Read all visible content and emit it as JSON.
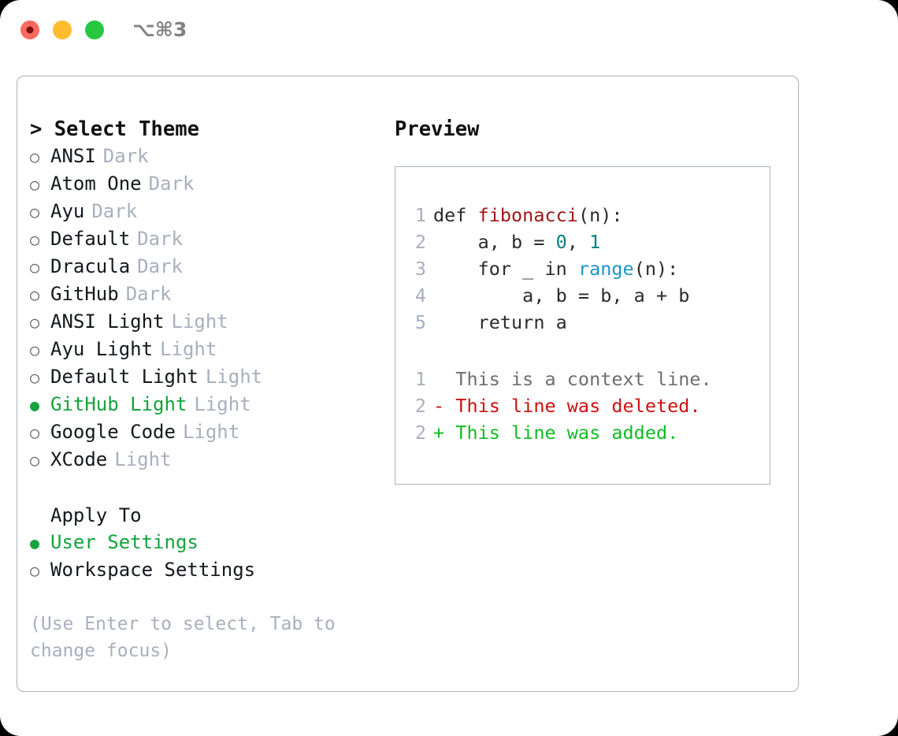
{
  "titlebar": {
    "shortcut": "⌥⌘3",
    "lights": [
      {
        "name": "close",
        "color": "#fa6a60",
        "inner": "#7c0d0d"
      },
      {
        "name": "minimize",
        "color": "#ffbd2e",
        "inner": ""
      },
      {
        "name": "zoom",
        "color": "#27c840",
        "inner": ""
      }
    ]
  },
  "theme_list": {
    "heading": "> Select Theme",
    "items": [
      {
        "marker": "○",
        "label": "ANSI",
        "tag": "Dark",
        "selected": false
      },
      {
        "marker": "○",
        "label": "Atom One",
        "tag": "Dark",
        "selected": false
      },
      {
        "marker": "○",
        "label": "Ayu",
        "tag": "Dark",
        "selected": false
      },
      {
        "marker": "○",
        "label": "Default",
        "tag": "Dark",
        "selected": false
      },
      {
        "marker": "○",
        "label": "Dracula",
        "tag": "Dark",
        "selected": false
      },
      {
        "marker": "○",
        "label": "GitHub",
        "tag": "Dark",
        "selected": false
      },
      {
        "marker": "○",
        "label": "ANSI Light",
        "tag": "Light",
        "selected": false
      },
      {
        "marker": "○",
        "label": "Ayu Light",
        "tag": "Light",
        "selected": false
      },
      {
        "marker": "○",
        "label": "Default Light",
        "tag": "Light",
        "selected": false
      },
      {
        "marker": "●",
        "label": "GitHub Light",
        "tag": "Light",
        "selected": true
      },
      {
        "marker": "○",
        "label": "Google Code",
        "tag": "Light",
        "selected": false
      },
      {
        "marker": "○",
        "label": "XCode",
        "tag": "Light",
        "selected": false
      }
    ]
  },
  "apply_to": {
    "heading": "Apply To",
    "items": [
      {
        "marker": "●",
        "label": "User Settings",
        "selected": true
      },
      {
        "marker": "○",
        "label": "Workspace Settings",
        "selected": false
      }
    ]
  },
  "hint": "(Use Enter to select, Tab to change focus)",
  "preview": {
    "heading": "Preview",
    "code_lines": [
      {
        "no": "1",
        "segments": [
          {
            "text": "def ",
            "cls": ""
          },
          {
            "text": "fibonacci",
            "cls": "tok-fn"
          },
          {
            "text": "(n):",
            "cls": ""
          }
        ]
      },
      {
        "no": "2",
        "segments": [
          {
            "text": "    a, b = ",
            "cls": ""
          },
          {
            "text": "0",
            "cls": "tok-num"
          },
          {
            "text": ", ",
            "cls": ""
          },
          {
            "text": "1",
            "cls": "tok-num"
          }
        ]
      },
      {
        "no": "3",
        "segments": [
          {
            "text": "    for _ in ",
            "cls": ""
          },
          {
            "text": "range",
            "cls": "tok-call"
          },
          {
            "text": "(n):",
            "cls": ""
          }
        ]
      },
      {
        "no": "4",
        "segments": [
          {
            "text": "        a, b = b, a + b",
            "cls": ""
          }
        ]
      },
      {
        "no": "5",
        "segments": [
          {
            "text": "    return a",
            "cls": ""
          }
        ]
      }
    ],
    "diff_lines": [
      {
        "no": "1",
        "prefix": "  ",
        "text": "This is a context line.",
        "kind": "diff-ctx"
      },
      {
        "no": "2",
        "prefix": "- ",
        "text": "This line was deleted.",
        "kind": "diff-del"
      },
      {
        "no": "2",
        "prefix": "+ ",
        "text": "This line was added.",
        "kind": "diff-add"
      }
    ]
  },
  "colors": {
    "accent_selected": "#14a33c",
    "muted": "#a8b0bd",
    "border": "#a9b2bd",
    "code_fn": "#9e1616",
    "code_num": "#0a7c80",
    "code_call": "#1f93c9",
    "diff_delete": "#cc1111",
    "diff_add": "#11bb22"
  }
}
